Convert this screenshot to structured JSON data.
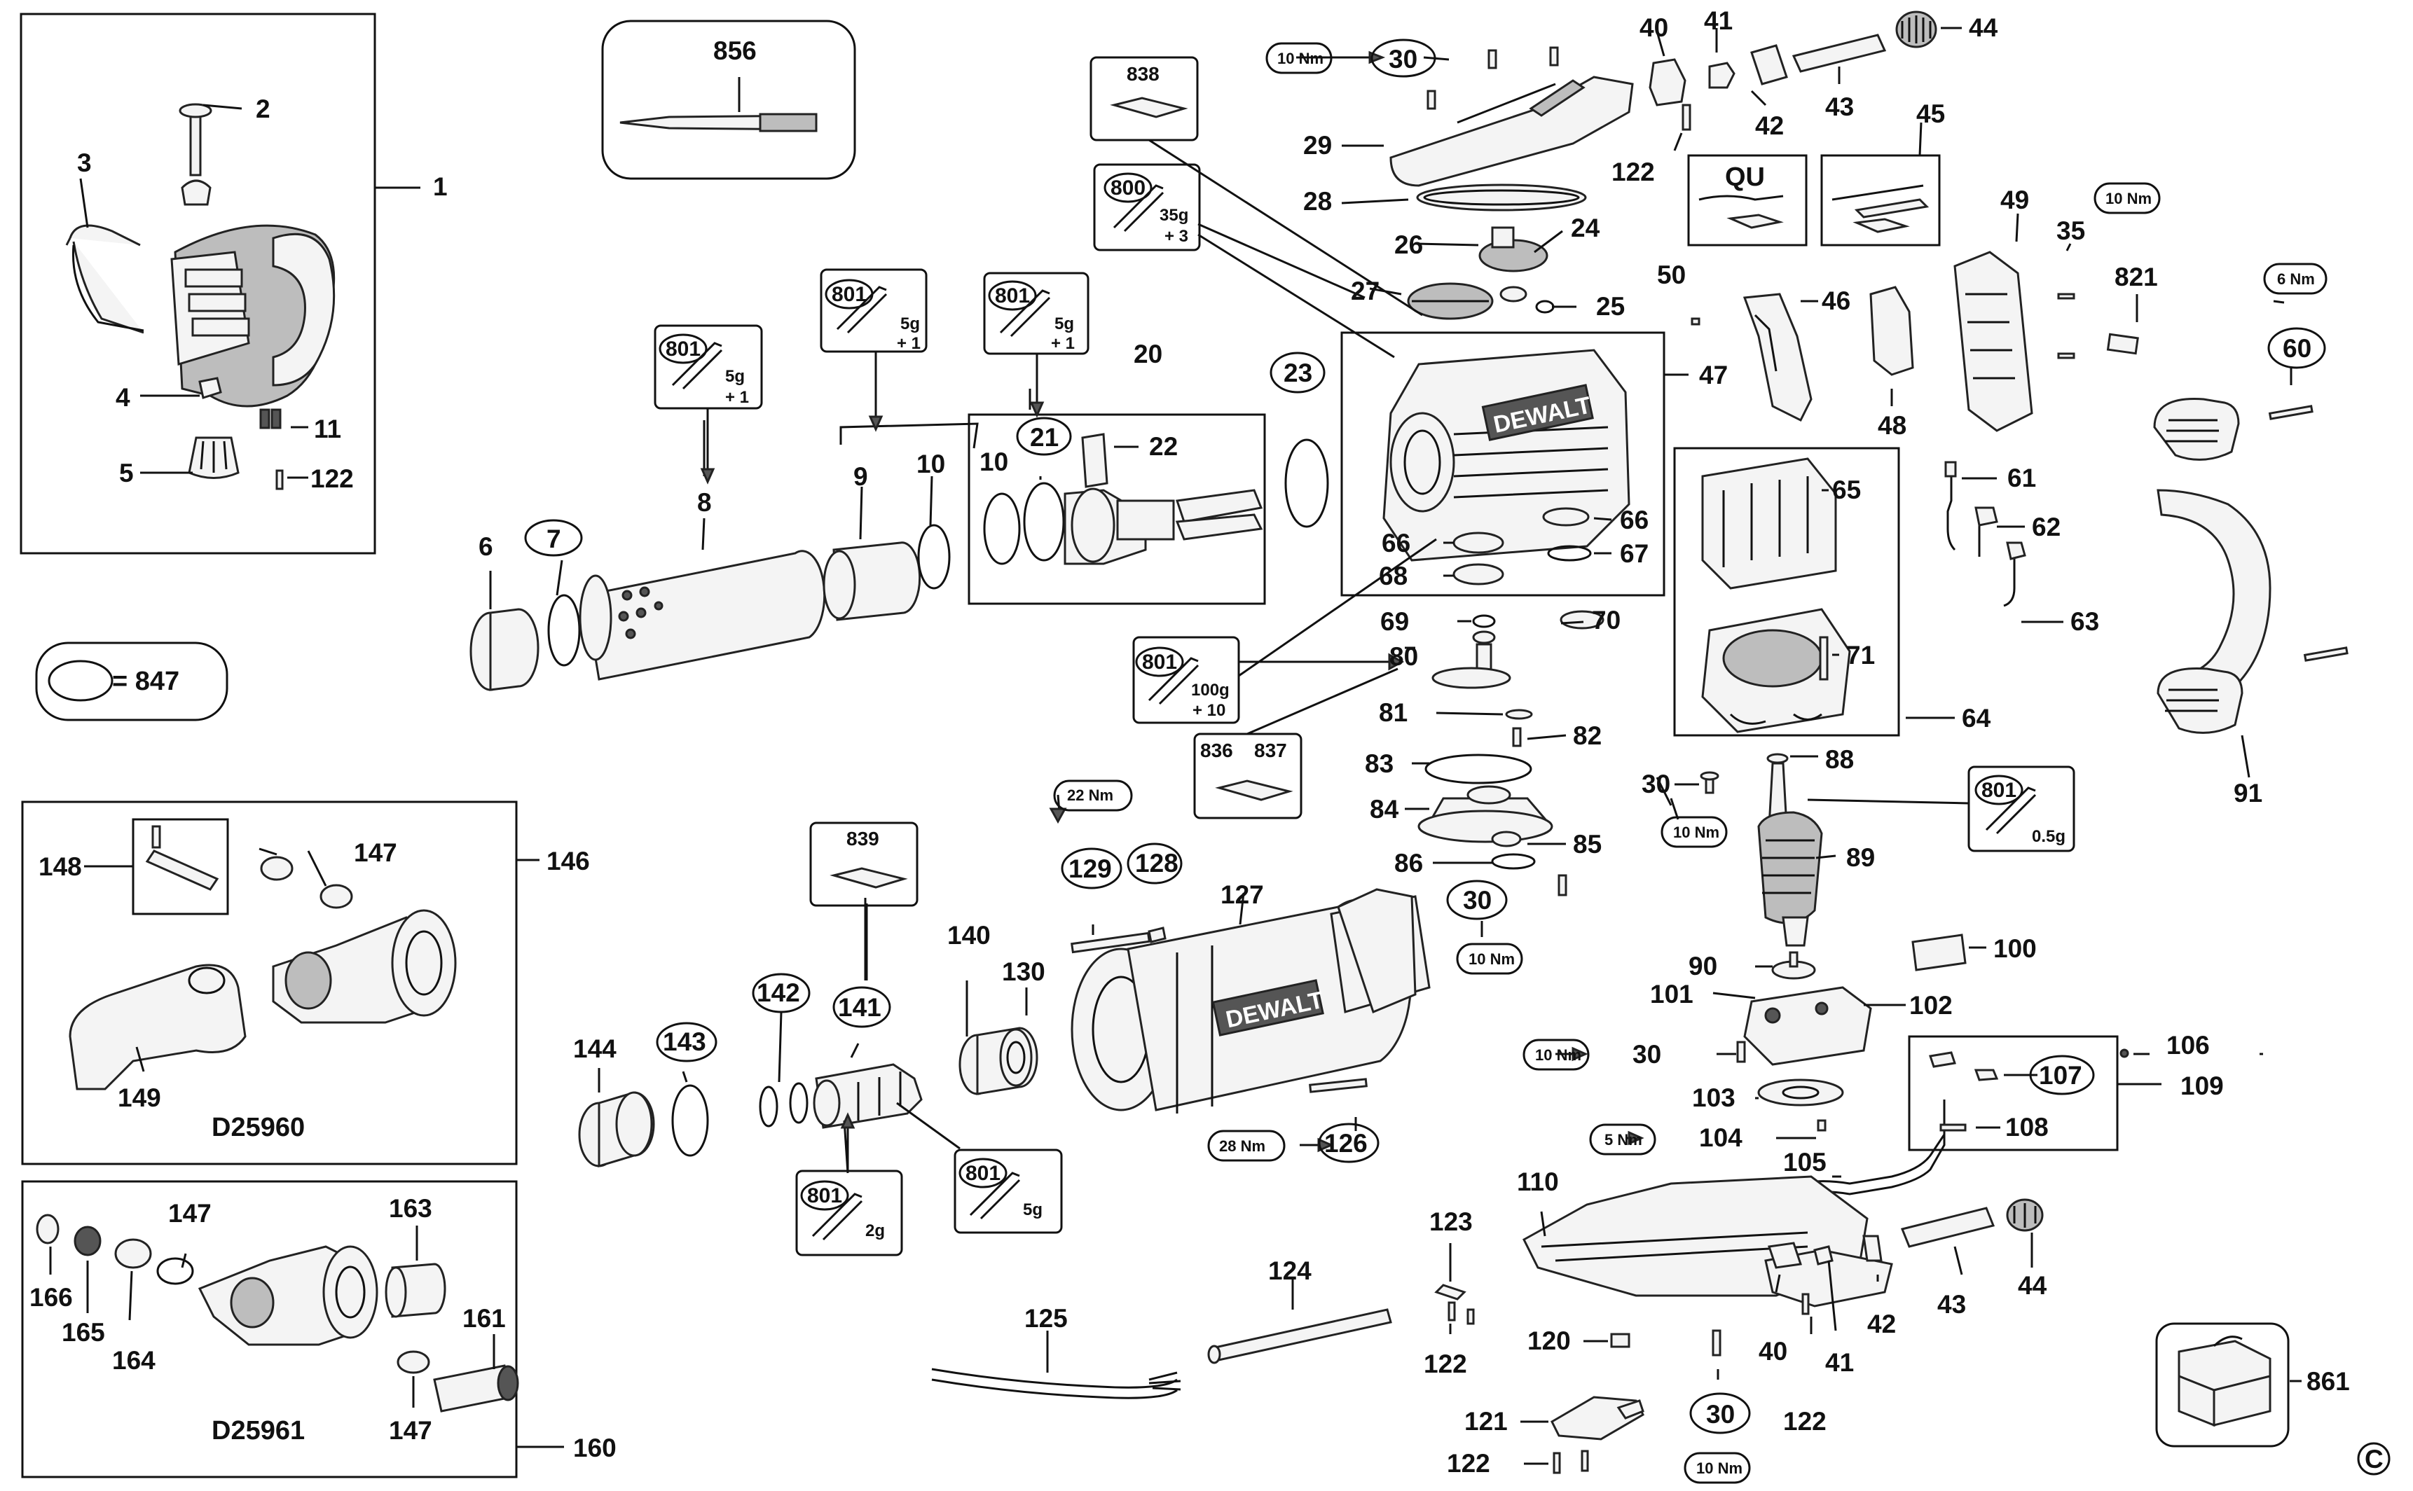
{
  "diagram": {
    "part_labels": [
      "1",
      "2",
      "3",
      "4",
      "5",
      "11",
      "122",
      "856",
      "847",
      "6",
      "7",
      "8",
      "9",
      "10",
      "10",
      "20",
      "21",
      "22",
      "23",
      "838",
      "800",
      "801",
      "801",
      "801",
      "801",
      "30",
      "29",
      "28",
      "26",
      "24",
      "27",
      "25",
      "47",
      "40",
      "41",
      "42",
      "43",
      "44",
      "45",
      "122",
      "QU",
      "49",
      "35",
      "50",
      "46",
      "48",
      "821",
      "60",
      "91",
      "65",
      "61",
      "62",
      "63",
      "64",
      "71",
      "66",
      "66",
      "67",
      "68",
      "69",
      "70",
      "80",
      "81",
      "82",
      "83",
      "84",
      "85",
      "86",
      "30",
      "836",
      "837",
      "88",
      "89",
      "30",
      "801",
      "22 Nm",
      "129",
      "128",
      "127",
      "839",
      "140",
      "130",
      "142",
      "141",
      "144",
      "143",
      "801",
      "801",
      "126",
      "90",
      "100",
      "101",
      "102",
      "30",
      "103",
      "104",
      "105",
      "106",
      "107",
      "108",
      "109",
      "110",
      "123",
      "122",
      "124",
      "125",
      "120",
      "40",
      "41",
      "42",
      "43",
      "44",
      "122",
      "121",
      "122",
      "30",
      "861",
      "146",
      "147",
      "148",
      "149",
      "D25960",
      "160",
      "163",
      "147",
      "166",
      "165",
      "164",
      "161",
      "147",
      "D25961"
    ],
    "torque_specs": [
      "10 Nm",
      "10 Nm",
      "6 Nm",
      "10 Nm",
      "10 Nm",
      "22 Nm",
      "10 Nm",
      "28 Nm",
      "5 Nm",
      "10 Nm"
    ],
    "grease_boxes": [
      {
        "code": "801",
        "qty_line1": "5g",
        "qty_line2": "+ 1"
      },
      {
        "code": "801",
        "qty_line1": "5g",
        "qty_line2": "+ 1"
      },
      {
        "code": "801",
        "qty_line1": "5g",
        "qty_line2": "+ 1"
      },
      {
        "code": "800",
        "qty_line1": "35g",
        "qty_line2": "+ 3"
      },
      {
        "code": "801",
        "qty_line1": "100g",
        "qty_line2": "+ 10"
      },
      {
        "code": "801",
        "qty_line1": "0.5g",
        "qty_line2": ""
      },
      {
        "code": "801",
        "qty_line1": "2g",
        "qty_line2": ""
      },
      {
        "code": "801",
        "qty_line1": "5g",
        "qty_line2": ""
      }
    ],
    "legend_text": "= 847",
    "brand_text": "DEWALT",
    "model_labels": [
      "D25960",
      "D25961"
    ],
    "kit_labels": [
      "838",
      "839",
      "836",
      "837"
    ],
    "qu_label": "QU",
    "copyright_symbol": "C"
  }
}
